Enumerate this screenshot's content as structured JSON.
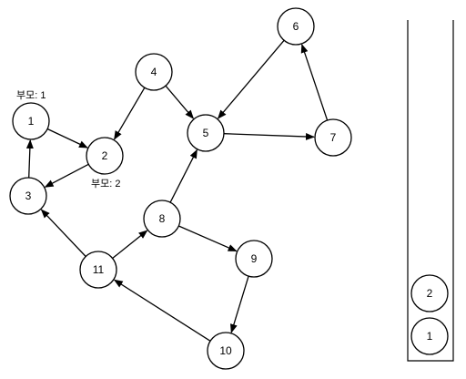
{
  "graph": {
    "nodes": [
      {
        "id": "1",
        "label": "1"
      },
      {
        "id": "2",
        "label": "2"
      },
      {
        "id": "3",
        "label": "3"
      },
      {
        "id": "4",
        "label": "4"
      },
      {
        "id": "5",
        "label": "5"
      },
      {
        "id": "6",
        "label": "6"
      },
      {
        "id": "7",
        "label": "7"
      },
      {
        "id": "8",
        "label": "8"
      },
      {
        "id": "9",
        "label": "9"
      },
      {
        "id": "10",
        "label": "10"
      },
      {
        "id": "11",
        "label": "11"
      }
    ],
    "edges": [
      {
        "from": "1",
        "to": "2"
      },
      {
        "from": "2",
        "to": "3"
      },
      {
        "from": "3",
        "to": "1"
      },
      {
        "from": "4",
        "to": "2"
      },
      {
        "from": "4",
        "to": "5"
      },
      {
        "from": "5",
        "to": "7"
      },
      {
        "from": "7",
        "to": "6"
      },
      {
        "from": "6",
        "to": "5"
      },
      {
        "from": "8",
        "to": "5"
      },
      {
        "from": "8",
        "to": "9"
      },
      {
        "from": "9",
        "to": "10"
      },
      {
        "from": "10",
        "to": "11"
      },
      {
        "from": "11",
        "to": "3"
      },
      {
        "from": "11",
        "to": "8"
      }
    ],
    "annotations": [
      {
        "id": "parent-1",
        "node": "1",
        "text": "부모: 1"
      },
      {
        "id": "parent-2",
        "node": "2",
        "text": "부모: 2"
      }
    ]
  },
  "stack": {
    "items_bottom_to_top": [
      "1",
      "2"
    ]
  }
}
